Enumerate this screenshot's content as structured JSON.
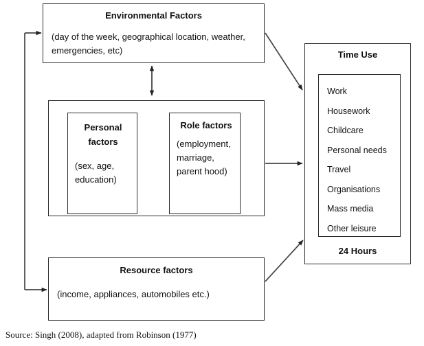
{
  "diagram": {
    "environmental": {
      "title": "Environmental Factors",
      "body": "(day of the week, geographical location, weather, emergencies, etc)"
    },
    "personal": {
      "title": "Personal factors",
      "body": "(sex, age, education)"
    },
    "role": {
      "title": "Role factors",
      "body": "(employment, marriage, parent hood)"
    },
    "resource": {
      "title": "Resource factors",
      "body": "(income, appliances, automobiles etc.)"
    },
    "time_use": {
      "title": "Time Use",
      "items": [
        "Work",
        "Housework",
        "Childcare",
        "Personal needs",
        "Travel",
        "Organisations",
        "Mass media",
        "Other leisure"
      ],
      "total": "24 Hours"
    },
    "source": "Source: Singh  (2008), adapted from Robinson (1977)",
    "colors": {
      "stroke": "#2b2b2b",
      "text": "#111111",
      "background": "#ffffff"
    }
  }
}
